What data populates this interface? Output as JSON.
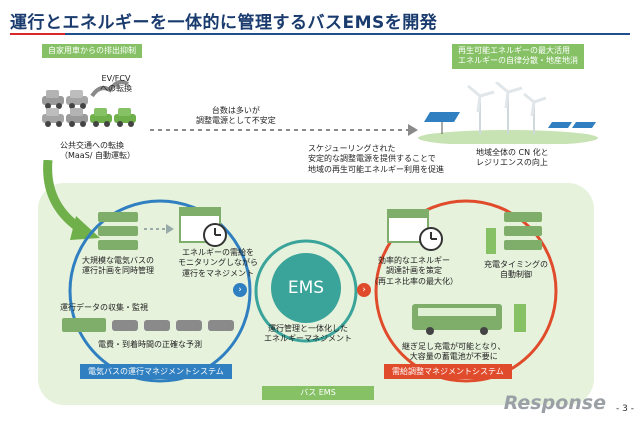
{
  "title": "運行とエネルギーを一体的に管理するバスEMSを開発",
  "tags": {
    "self_car": "自家用車からの排出抑制",
    "renewable_line1": "再生可能エネルギーの最大活用",
    "renewable_line2": "エネルギーの自律分散・地産地消"
  },
  "labels": {
    "ev_fcv_line1": "EV/FCV",
    "ev_fcv_line2": "への転換",
    "public_line1": "公共交通への転換",
    "public_line2": "（MaaS/ 自動運転）",
    "unstable_line1": "台数は多いが",
    "unstable_line2": "調整電源として不安定",
    "sched_line1": "スケジューリングされた",
    "sched_line2": "安定的な調整電源を提供することで",
    "sched_line3": "地域の再生可能エネルギー利用を促進",
    "cn_line1": "地域全体の CN 化と",
    "cn_line2": "レジリエンスの向上",
    "large_bus_line1": "大規模な電気バスの",
    "large_bus_line2": "運行計画を同時管理",
    "monitor_line1": "エネルギーの需給を",
    "monitor_line2": "モニタリングしながら",
    "monitor_line3": "運行をマネジメント",
    "collect": "運行データの収集・監視",
    "predict": "電費・到着時間の正確な予測",
    "integrated_line1": "運行管理と一体化した",
    "integrated_line2": "エネルギーマネジメント",
    "efficient_line1": "効率的なエネルギー",
    "efficient_line2": "調達計画を策定",
    "efficient_line3": "（再エネ比率の最大化）",
    "charge_line1": "充電タイミングの",
    "charge_line2": "自動制御",
    "addon_line1": "継ぎ足し充電が可能となり、",
    "addon_line2": "大容量の蓄電池が不要に"
  },
  "center": {
    "ems": "EMS"
  },
  "systems": {
    "left": "電気バスの運行マネジメントシステム",
    "right": "需給調整マネジメントシステム",
    "footer": "バス EMS"
  },
  "arrow_glyph": "›",
  "watermark": "Response",
  "page_number": "- 3 -",
  "colors": {
    "navy": "#1a3b6e",
    "green": "#86c166",
    "blue": "#2f7fc1",
    "red": "#e04b2c",
    "teal": "#3aa39a"
  }
}
